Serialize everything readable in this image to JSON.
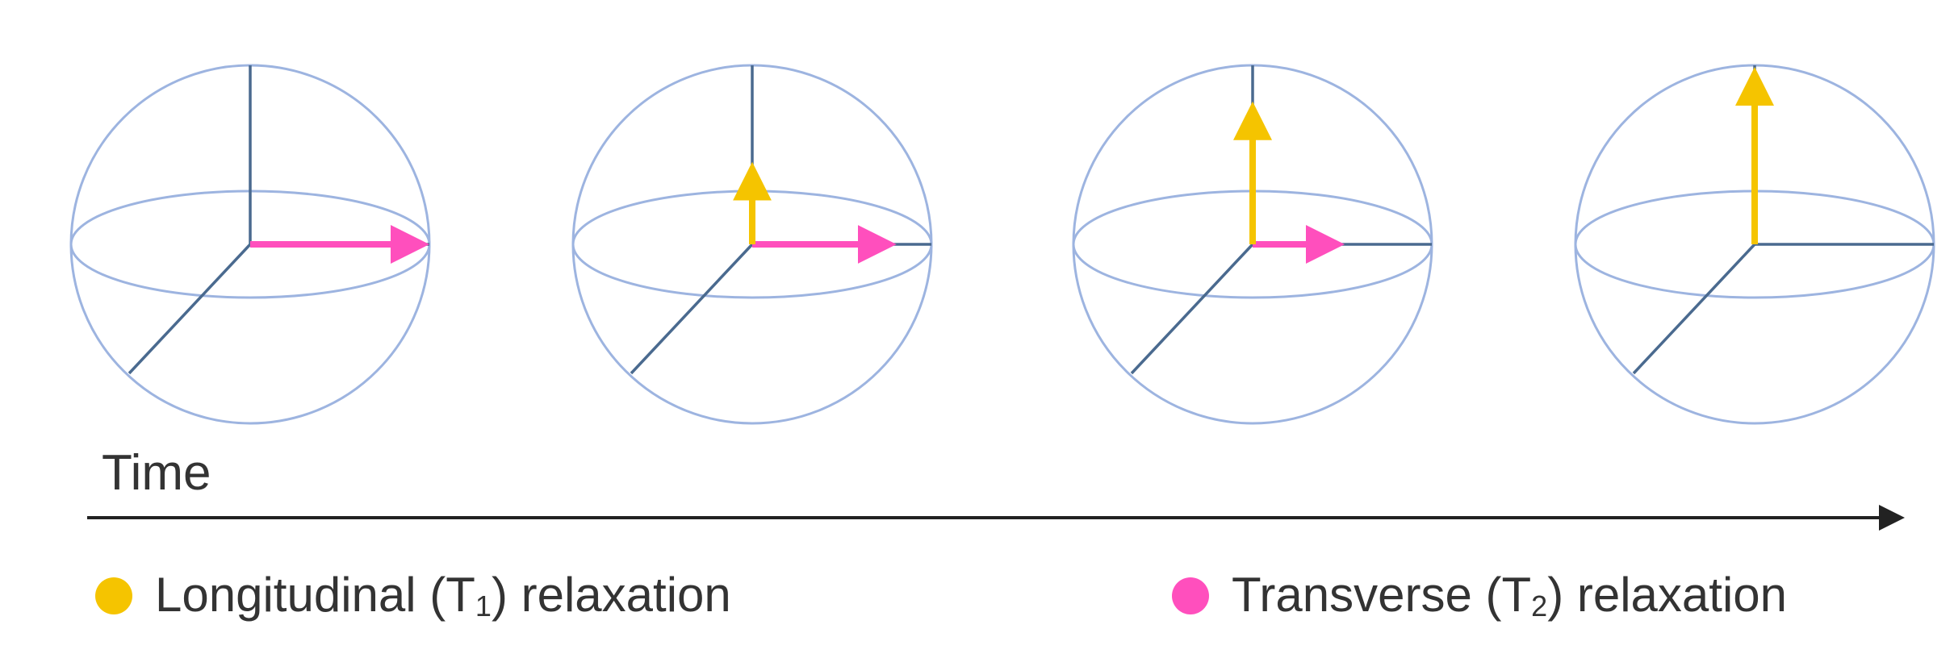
{
  "time_label": "Time",
  "colors": {
    "longitudinal": "#f5c400",
    "transverse": "#ff4fbd",
    "sphere": "#9db4e0",
    "axis": "#4a6a8f"
  },
  "spheres": [
    {
      "longitudinal": 0.0,
      "transverse": 1.0
    },
    {
      "longitudinal": 0.45,
      "transverse": 0.8
    },
    {
      "longitudinal": 0.8,
      "transverse": 0.5
    },
    {
      "longitudinal": 1.0,
      "transverse": 0.0
    }
  ],
  "legend": {
    "longitudinal": {
      "prefix": "Longitudinal (T",
      "sub": "1",
      "suffix": ") relaxation"
    },
    "transverse": {
      "prefix": "Transverse (T",
      "sub": "2",
      "suffix": ") relaxation"
    }
  }
}
